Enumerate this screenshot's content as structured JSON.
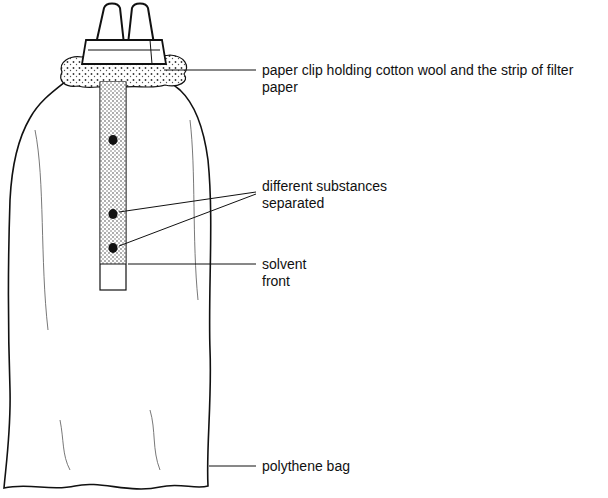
{
  "diagram": {
    "labels": [
      "paper clip holding cotton wool and the strip of filter paper",
      "different substances separated",
      "solvent front",
      "polythene bag"
    ]
  }
}
